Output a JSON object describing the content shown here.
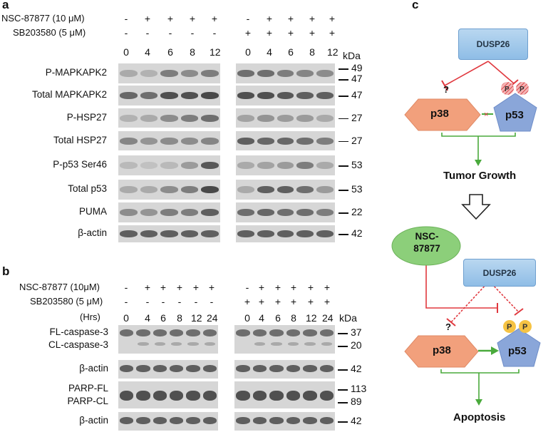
{
  "panel_a": {
    "letter": "a",
    "condition_labels": [
      "NSC-87877 (10 μM)",
      "SB203580 (5 μM)"
    ],
    "left_group": {
      "nsc": [
        "-",
        "+",
        "+",
        "+",
        "+"
      ],
      "sb": [
        "-",
        "-",
        "-",
        "-",
        "-"
      ],
      "time": [
        "0",
        "4",
        "6",
        "8",
        "12"
      ]
    },
    "right_group": {
      "nsc": [
        "-",
        "+",
        "+",
        "+",
        "+"
      ],
      "sb": [
        "+",
        "+",
        "+",
        "+",
        "+"
      ],
      "time": [
        "0",
        "4",
        "6",
        "8",
        "12"
      ]
    },
    "kda_label": "kDa",
    "rows": [
      {
        "label": "P-MAPKAPK2",
        "kda": [
          "49",
          "47"
        ]
      },
      {
        "label": "Total MAPKAPK2",
        "kda": [
          "47"
        ]
      },
      {
        "label": "P-HSP27",
        "kda": [
          "27"
        ]
      },
      {
        "label": "Total HSP27",
        "kda": [
          "27"
        ]
      },
      {
        "label": "P-p53 Ser46",
        "kda": [
          "53"
        ]
      },
      {
        "label": "Total p53",
        "kda": [
          "53"
        ]
      },
      {
        "label": "PUMA",
        "kda": [
          "22"
        ]
      },
      {
        "label": "β-actin",
        "kda": [
          "42"
        ]
      }
    ]
  },
  "panel_b": {
    "letter": "b",
    "condition_labels": [
      "NSC-87877 (10μM)",
      "SB203580 (5 μM)",
      "(Hrs)"
    ],
    "left_group": {
      "nsc": [
        "-",
        "+",
        "+",
        "+",
        "+",
        "+"
      ],
      "sb": [
        "-",
        "-",
        "-",
        "-",
        "-",
        "-"
      ],
      "time": [
        "0",
        "4",
        "6",
        "8",
        "12",
        "24"
      ]
    },
    "right_group": {
      "nsc": [
        "-",
        "+",
        "+",
        "+",
        "+",
        "+"
      ],
      "sb": [
        "+",
        "+",
        "+",
        "+",
        "+",
        "+"
      ],
      "time": [
        "0",
        "4",
        "6",
        "8",
        "12",
        "24"
      ]
    },
    "kda_label": "kDa",
    "rows": [
      {
        "labels": [
          "FL-caspase-3",
          "CL-caspase-3"
        ],
        "kda": [
          "37",
          "20"
        ]
      },
      {
        "labels": [
          "β-actin"
        ],
        "kda": [
          "42"
        ]
      },
      {
        "labels": [
          "PARP-FL",
          "PARP-CL"
        ],
        "kda": [
          "113",
          "89"
        ]
      },
      {
        "labels": [
          "β-actin"
        ],
        "kda": [
          "42"
        ]
      }
    ]
  },
  "panel_c": {
    "letter": "c",
    "top": {
      "dusp": "DUSP26",
      "question": "?",
      "p38": "p38",
      "p53": "p53",
      "phospho": "P",
      "outcome": "Tumor Growth"
    },
    "bottom": {
      "nsc": "NSC-\n87877",
      "dusp": "DUSP26",
      "question": "?",
      "p38": "p38",
      "p53": "p53",
      "phospho": "P",
      "outcome": "Apoptosis"
    },
    "colors": {
      "inhibit": "#e0383e",
      "activate": "#4aaa3c",
      "p38_fill": "#f2a07c",
      "p53_fill": "#8aa6d9",
      "nsc_fill": "#8ccf7a",
      "dusp_fill": "#a9cdee",
      "p_yellow": "#f6c343"
    }
  }
}
